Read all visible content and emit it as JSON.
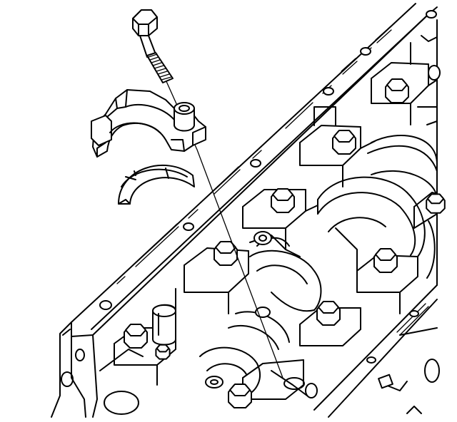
{
  "figure": {
    "kind": "line-art-exploded-view",
    "colors": {
      "ink": "#000000",
      "paper": "#ffffff"
    }
  },
  "parts": [
    {
      "id": "cap-bolt",
      "icon": "hex-bolt-icon"
    },
    {
      "id": "bearing-cap",
      "icon": "main-bearing-cap-icon"
    },
    {
      "id": "bearing-insert",
      "icon": "bearing-half-shell-icon"
    },
    {
      "id": "cap-bolt-hex-heads",
      "icon": "hex-head-icon"
    },
    {
      "id": "crankshaft-journals",
      "icon": "crankshaft-icon"
    },
    {
      "id": "engine-block",
      "icon": "engine-block-icon"
    }
  ]
}
